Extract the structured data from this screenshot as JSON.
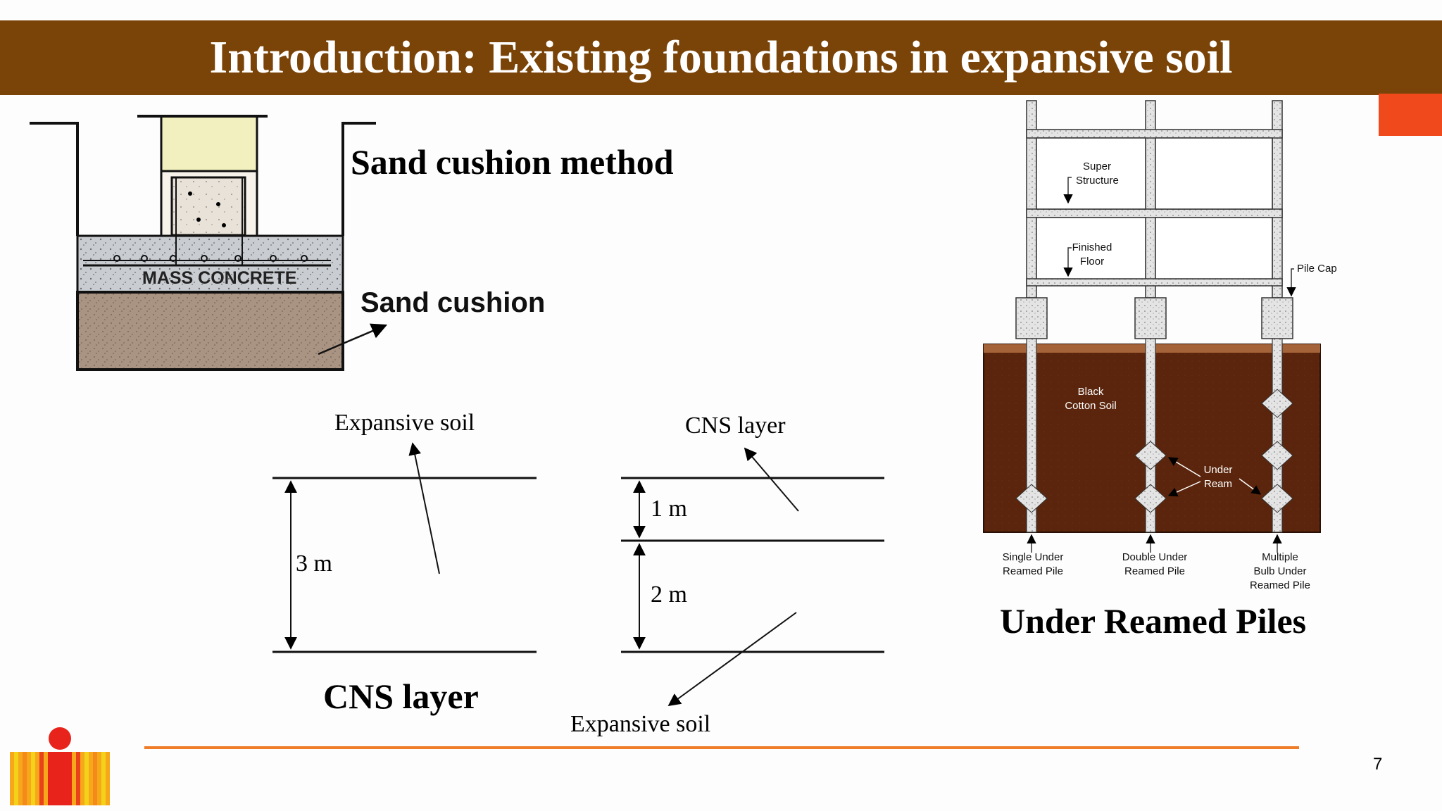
{
  "slide": {
    "title": "Introduction: Existing foundations in expansive soil",
    "page_number": "7"
  },
  "sand_cushion": {
    "heading": "Sand cushion method",
    "concrete_label": "MASS CONCRETE",
    "cushion_label": "Sand cushion"
  },
  "cns_diagram": {
    "left_label": "Expansive soil",
    "left_dim": "3 m",
    "right_top_label": "CNS layer",
    "dim_top": "1 m",
    "dim_bottom": "2 m",
    "right_bottom_label": "Expansive soil",
    "caption": "CNS layer"
  },
  "piles": {
    "super_structure": "Super\nStructure",
    "finished_floor": "Finished\nFloor",
    "pile_cap": "Pile Cap",
    "soil": "Black\nCotton Soil",
    "under_ream": "Under\nReam",
    "single": "Single Under\nReamed Pile",
    "double": "Double Under\nReamed Pile",
    "multiple": "Multiple\nBulb Under\nReamed Pile",
    "caption": "Under Reamed Piles"
  },
  "colors": {
    "title_bar": "#7a4307",
    "accent": "#f04a1c",
    "footer_line": "#ef7d2a",
    "soil_dark": "#5a250c"
  }
}
